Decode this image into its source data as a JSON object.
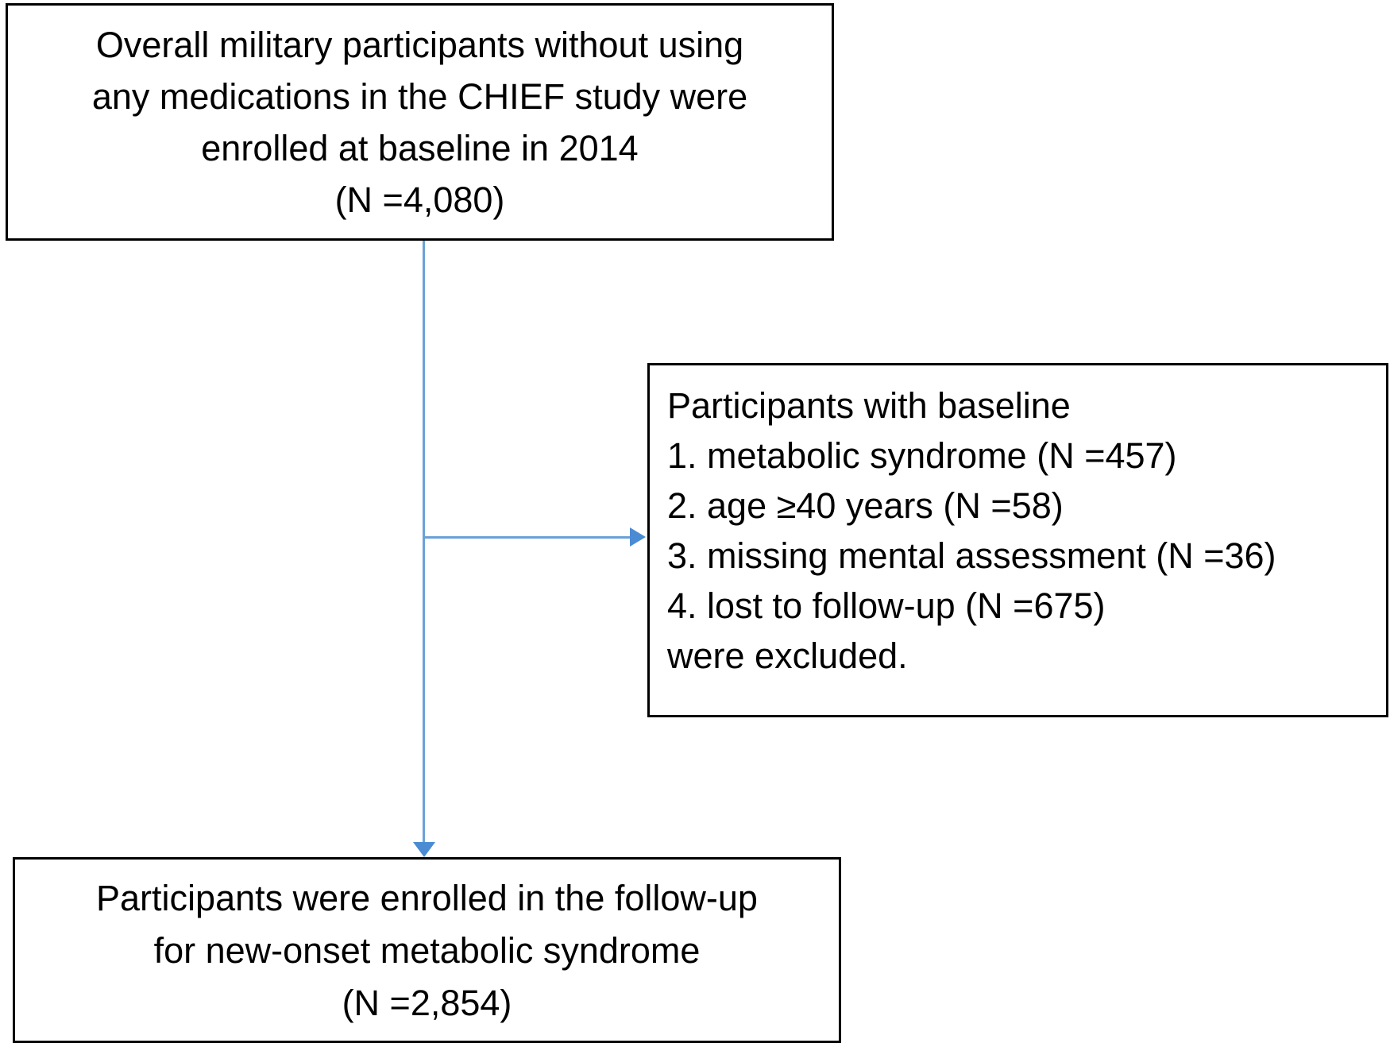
{
  "boxes": {
    "enrollment": {
      "lines": [
        "Overall military participants without using",
        "any medications in the CHIEF study were",
        "enrolled at baseline in 2014",
        "(N =4,080)"
      ]
    },
    "exclusion": {
      "lines": [
        "Participants with baseline",
        "1. metabolic syndrome (N =457)",
        "2. age ≥40 years (N =58)",
        "3. missing mental assessment (N =36)",
        "4. lost to follow-up (N =675)",
        "were excluded."
      ]
    },
    "followup": {
      "lines": [
        "Participants were enrolled in the follow-up",
        "for new-onset metabolic syndrome",
        "(N =2,854)"
      ]
    }
  },
  "colors": {
    "connector_line": "#6ba1d9",
    "arrowhead": "#4a8bd4",
    "box_border": "#000000",
    "text": "#000000",
    "background": "#ffffff"
  }
}
